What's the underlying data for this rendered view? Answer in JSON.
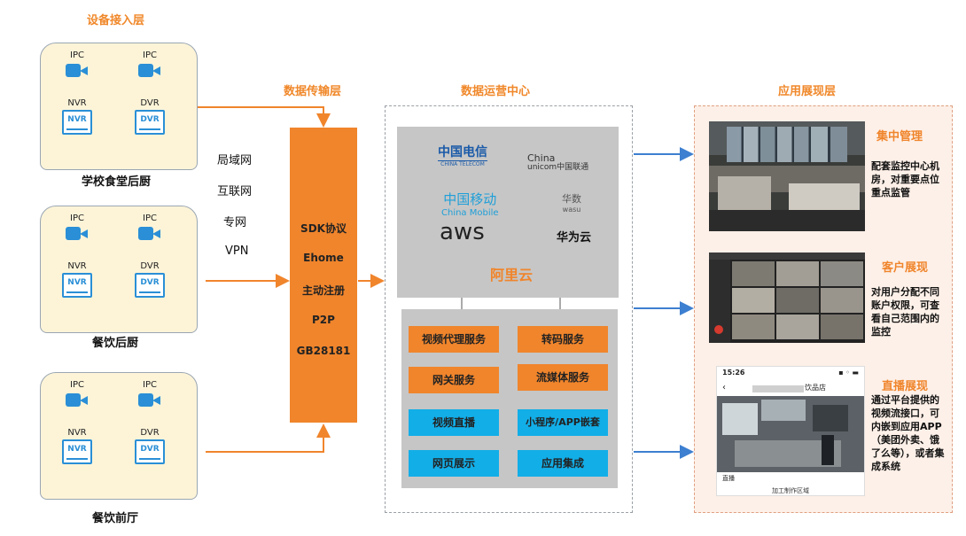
{
  "layers": {
    "device": "设备接入层",
    "transport": "数据传输层",
    "ops": "数据运营中心",
    "app": "应用展现层"
  },
  "sites": [
    {
      "name": "学校食堂后厨",
      "devices": [
        "IPC",
        "IPC",
        "NVR",
        "DVR"
      ]
    },
    {
      "name": "餐饮后厨",
      "devices": [
        "IPC",
        "IPC",
        "NVR",
        "DVR"
      ]
    },
    {
      "name": "餐饮前厅",
      "devices": [
        "IPC",
        "IPC",
        "NVR",
        "DVR"
      ]
    }
  ],
  "recorder_icons": [
    "NVR",
    "DVR"
  ],
  "networks": [
    "局域网",
    "互联网",
    "专网",
    "VPN"
  ],
  "protocols": [
    "SDK协议",
    "Ehome",
    "主动注册",
    "P2P",
    "GB28181"
  ],
  "clouds": {
    "telecom_cn": "中国电信",
    "telecom_en": "CHINA TELECOM",
    "unicom_1": "China",
    "unicom_2": "unicom中国联通",
    "mobile_cn": "中国移动",
    "mobile_en": "China Mobile",
    "wasu_cn": "华数",
    "wasu_en": "wasu",
    "aws": "aws",
    "huawei": "华为云",
    "aliyun": "阿里云"
  },
  "services": [
    "视频代理服务",
    "转码服务",
    "网关服务",
    "流媒体服务",
    "视频直播",
    "小程序/APP嵌套",
    "网页展示",
    "应用集成"
  ],
  "apps": [
    {
      "title": "集中管理",
      "desc": "配套监控中心机房，对重要点位重点监管"
    },
    {
      "title": "客户展现",
      "desc": "对用户分配不同账户权限，可查看自己范围内的监控"
    },
    {
      "title": "直播展现",
      "desc": "通过平台提供的视频流接口，可内嵌到应用APP（美团外卖、饿了么等），或者集成系统"
    }
  ],
  "phone": {
    "time": "15:26",
    "store": "饮品店",
    "caption": "加工制作区域",
    "live": "直播"
  },
  "colors": {
    "orange": "#f0852c",
    "blue": "#2a8fd6",
    "cyan": "#12aee8",
    "gray": "#c6c6c6",
    "arrow": "#3d7fd0"
  }
}
